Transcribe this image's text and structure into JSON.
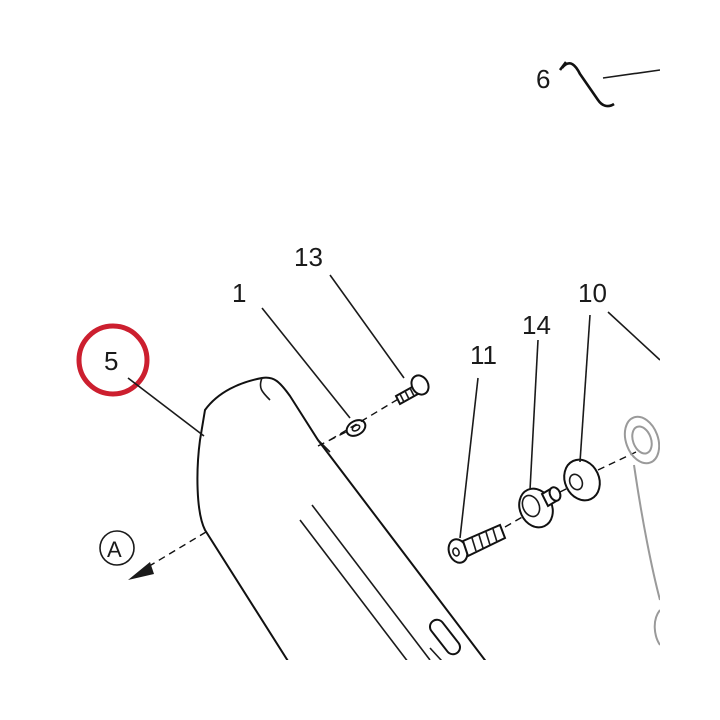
{
  "callouts": {
    "c6": "6",
    "c13": "13",
    "c1": "1",
    "c10": "10",
    "c14": "14",
    "c11": "11",
    "c5": "5",
    "cA": "A"
  },
  "colors": {
    "highlight": "#cc1f2f",
    "ink": "#1a1a1a",
    "grey_part": "#9a9a9a"
  }
}
